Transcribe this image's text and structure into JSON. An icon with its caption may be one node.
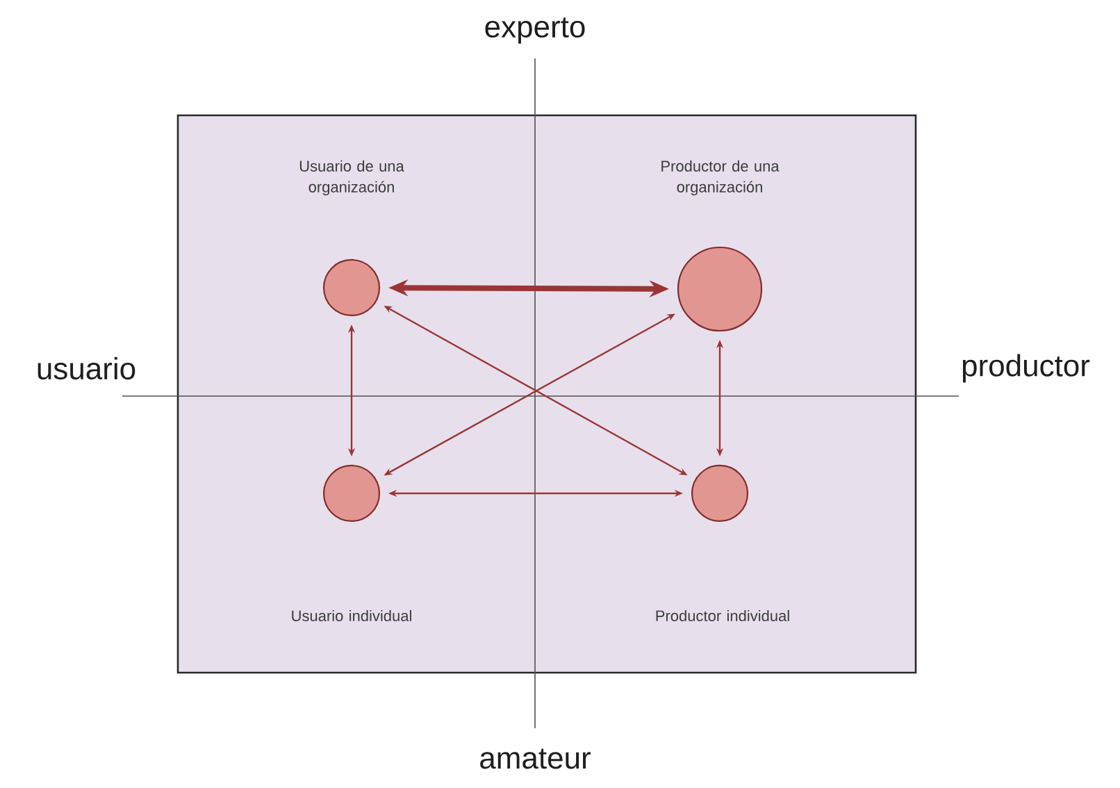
{
  "diagram": {
    "nodes": [
      {
        "text": [],
        "shape": "circle"
      },
      {
        "text": [],
        "shape": "circle"
      },
      {
        "text": [],
        "shape": "circle"
      },
      {
        "text": [],
        "shape": "circle"
      }
    ],
    "edges": [
      {
        "from": 0,
        "to": 1,
        "arrow": "both",
        "style": "thick"
      },
      {
        "from": 0,
        "to": 2,
        "arrow": "both"
      },
      {
        "from": 1,
        "to": 3,
        "arrow": "both"
      },
      {
        "from": 3,
        "to": 0,
        "arrow": "both"
      },
      {
        "from": 1,
        "to": 2,
        "arrow": "both"
      },
      {
        "from": 2,
        "to": 3,
        "arrow": "both"
      }
    ],
    "labels": [
      "experto",
      "Usuario de una organización",
      "Productor de una organización",
      "usuario",
      "productor",
      "Usuario individual",
      "Productor individual",
      "amateur"
    ]
  }
}
